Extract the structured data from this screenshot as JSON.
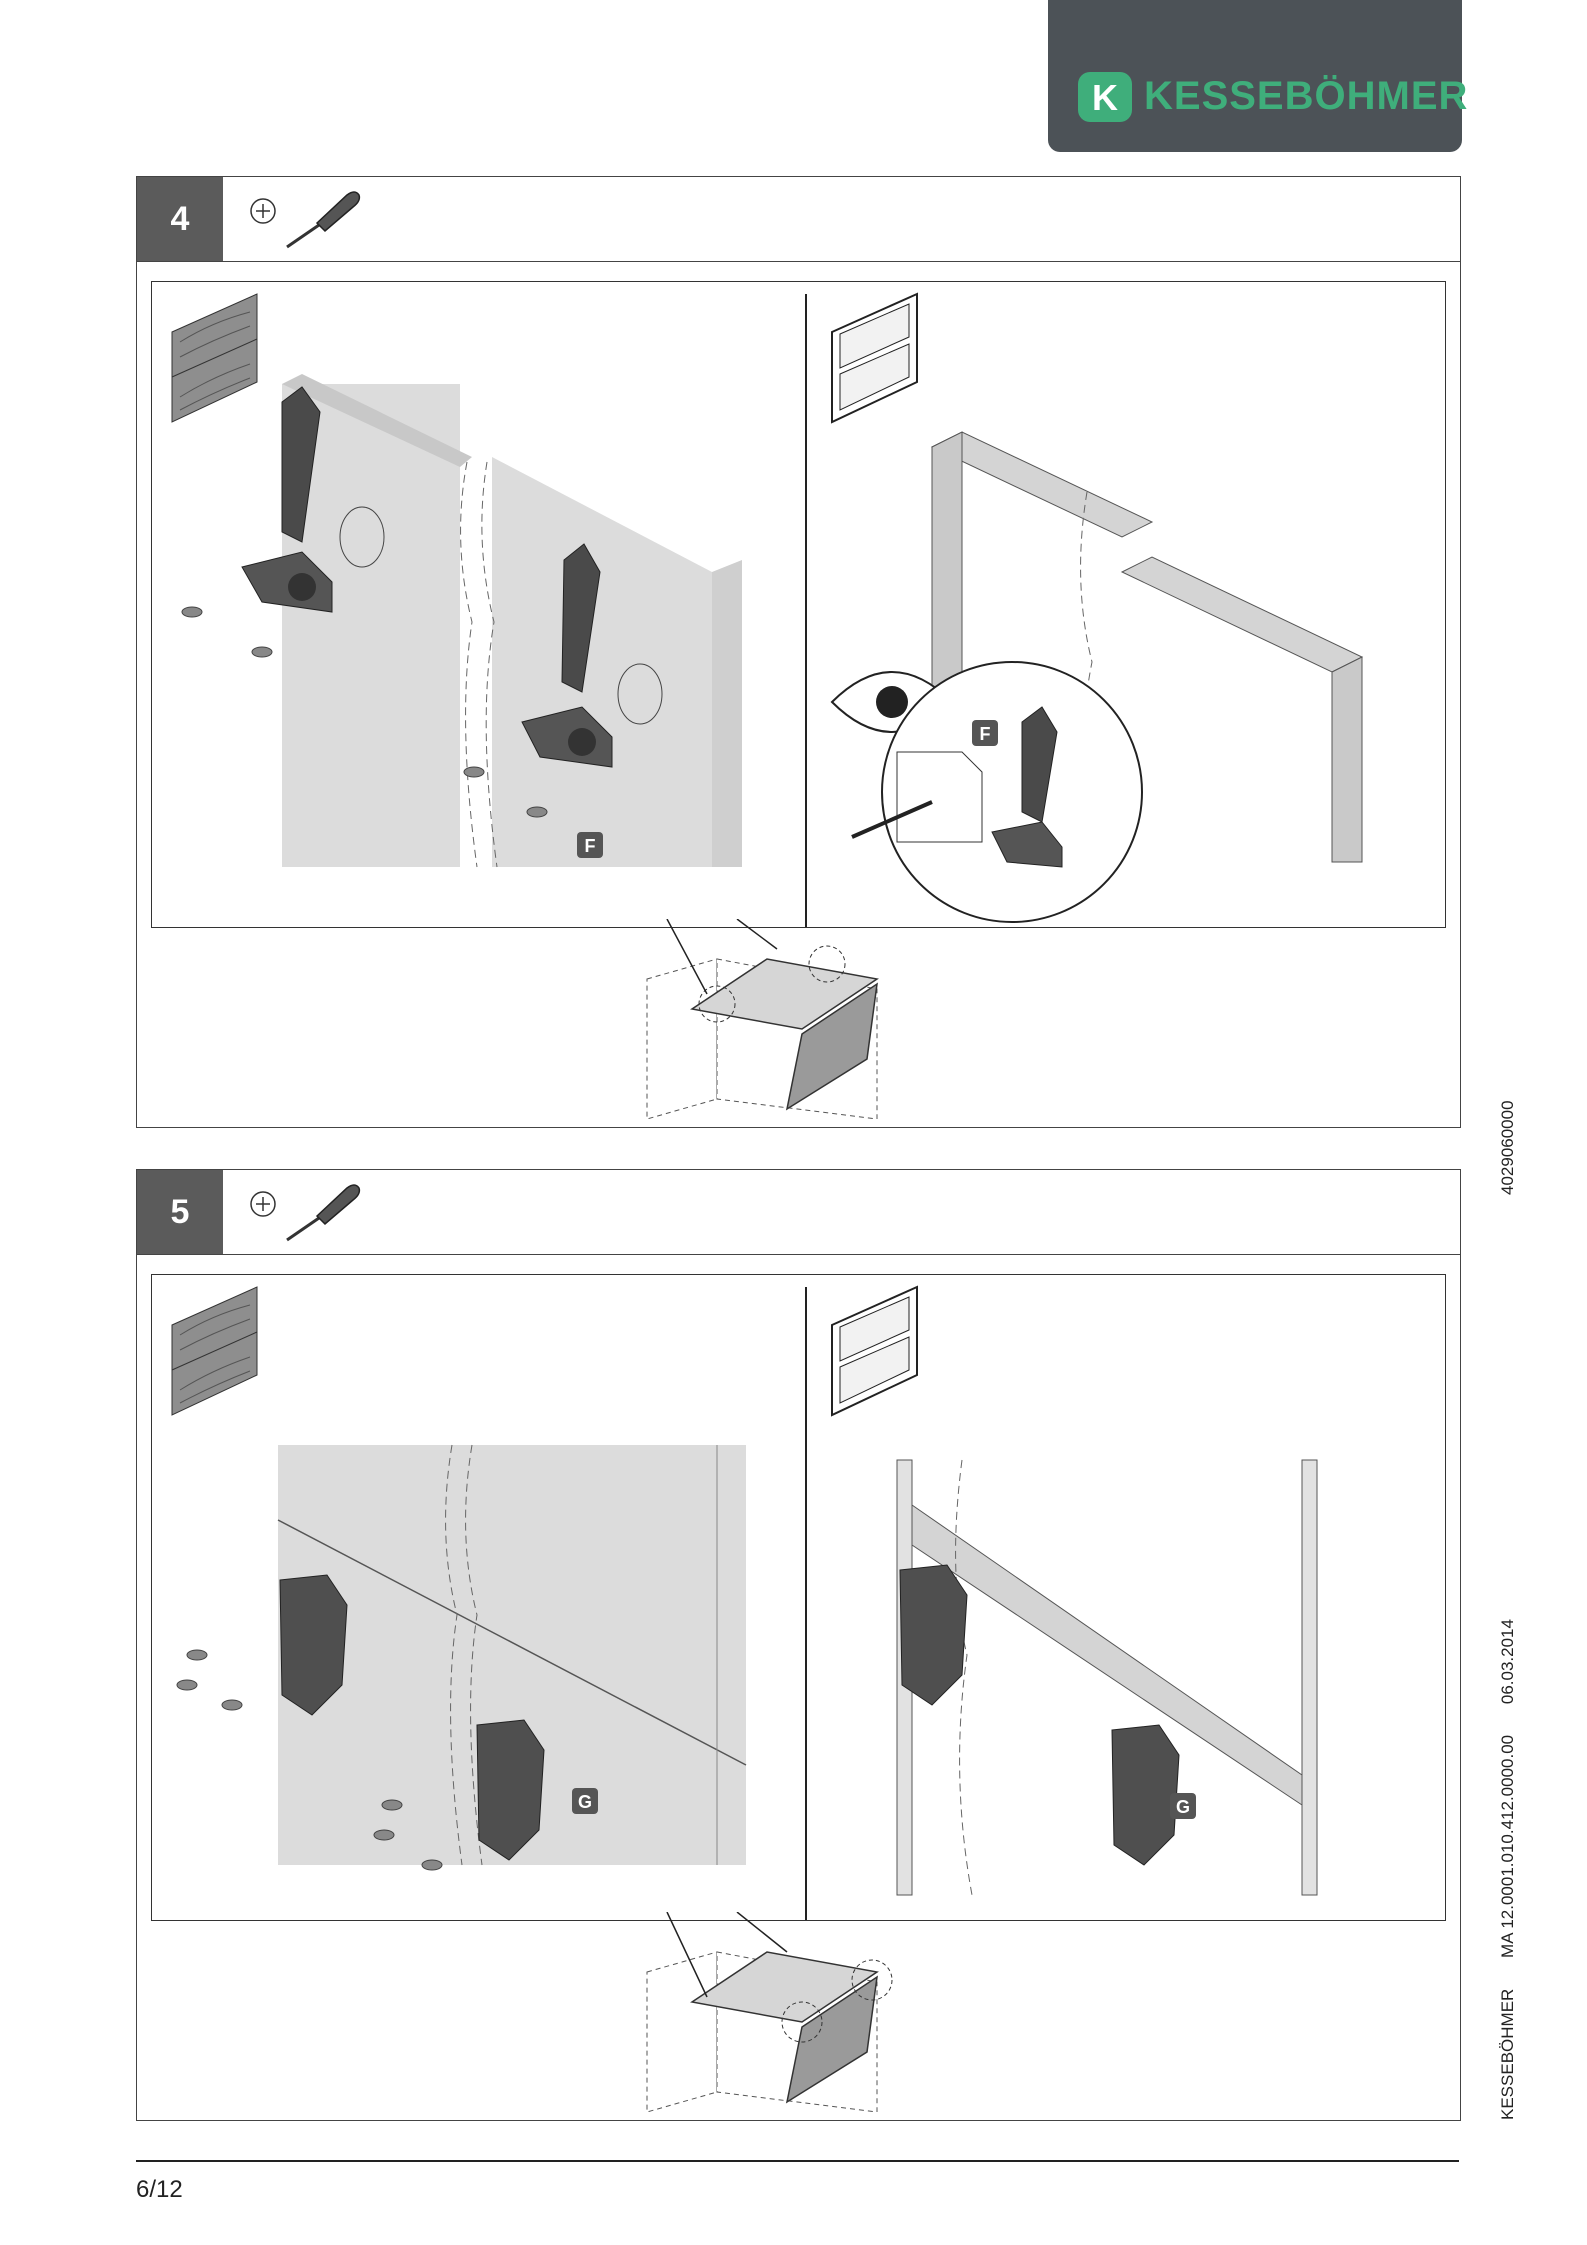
{
  "brand": {
    "name": "KESSEBÖHMER",
    "mark_letter": "K",
    "color": "#3fae7b",
    "tab_color": "#4c5257"
  },
  "steps": [
    {
      "number": "4",
      "tool": "phillips-screwdriver-icon",
      "callout": "F"
    },
    {
      "number": "5",
      "tool": "phillips-screwdriver-icon",
      "callout": "G"
    }
  ],
  "side": {
    "article_no": "4029060000",
    "company": "KESSEBÖHMER",
    "doc_no": "MA 12.0001.010.412.0000.00",
    "date": "06.03.2014"
  },
  "footer": {
    "page": "6/12"
  }
}
